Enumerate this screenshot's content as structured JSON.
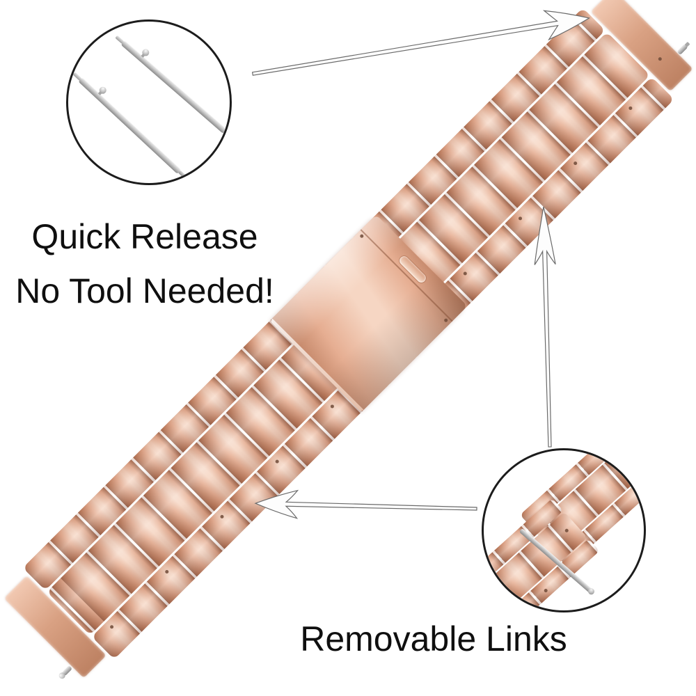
{
  "scene": {
    "colors": {
      "page_bg": "#ffffff",
      "rose_highlight": "#f6d6c3",
      "rose_base": "#e6ae92",
      "rose_shadow": "#bb7d5f",
      "rose_deep": "#9f6950",
      "steel_light": "#f2f2f2",
      "steel_mid": "#c0c0c0",
      "steel_dark": "#8a8a8a",
      "outline": "#1c1c1c",
      "text": "#0f0f0f",
      "hole": "#6e4a37"
    },
    "subject": "rose gold stainless steel watch band with deployant clasp",
    "icons": [
      "quick-release-pin-icon",
      "removable-link-icon",
      "link-pin-icon",
      "arrow-icon"
    ]
  },
  "annotations": {
    "quick_release": {
      "line1": "Quick Release",
      "line2": "No Tool Needed!"
    },
    "removable_links": {
      "label": "Removable Links"
    }
  }
}
